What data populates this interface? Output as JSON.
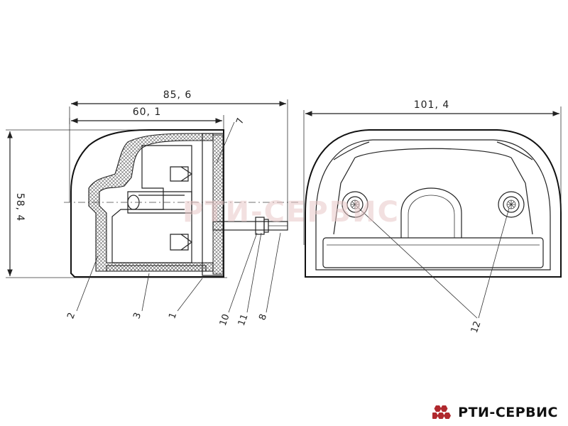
{
  "dimensions": {
    "side_overall_width": "85, 6",
    "side_body_width": "60, 1",
    "side_height": "58, 4",
    "front_width": "101, 4"
  },
  "callouts": {
    "c2": "2",
    "c3": "3",
    "c1": "1",
    "c10": "10",
    "c11": "11",
    "c8": "8",
    "c7": "7",
    "c12": "12"
  },
  "watermark": "РТИ-СЕРВИС",
  "brand": {
    "name": "РТИ-СЕРВИС",
    "logo_color": "#b0282d"
  }
}
